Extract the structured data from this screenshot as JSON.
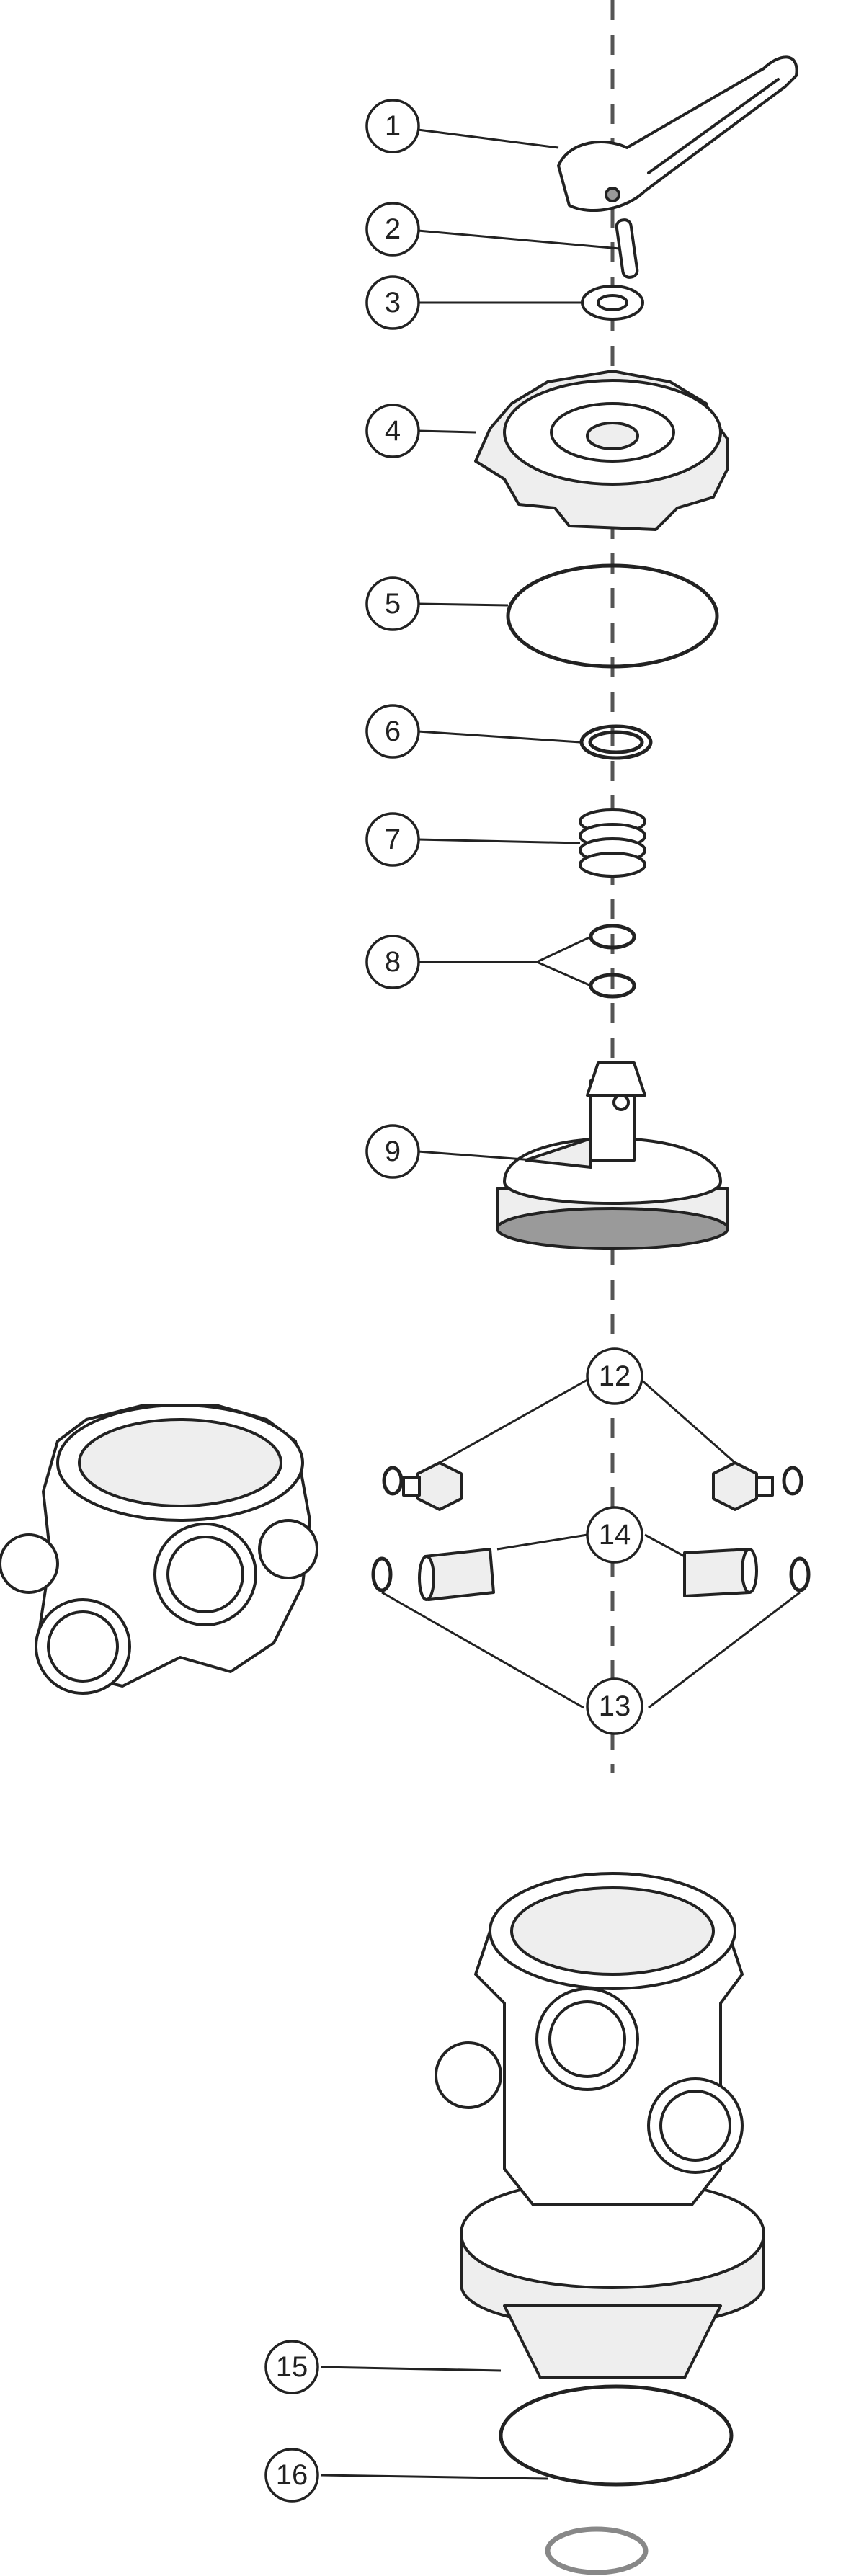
{
  "callouts": [
    "1",
    "2",
    "3",
    "4",
    "5",
    "6",
    "7",
    "8",
    "9",
    "12",
    "13",
    "14",
    "15",
    "16"
  ]
}
